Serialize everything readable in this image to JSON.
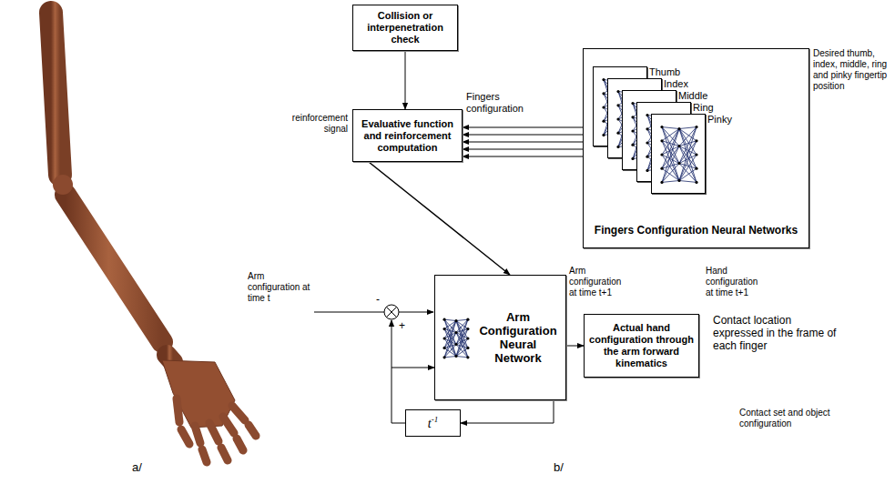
{
  "diagram": {
    "nodes": [
      {
        "text": [
          "Collision or interpenetration check"
        ]
      },
      {
        "text": [
          "Evaluative function and reinforcement computation"
        ]
      },
      {
        "text": [
          "Fingers Configuration Neural Networks"
        ]
      },
      {
        "text": [
          "Thumb"
        ],
        "in": 2
      },
      {
        "text": [
          "Index"
        ],
        "in": 2
      },
      {
        "text": [
          "Middle"
        ],
        "in": 2
      },
      {
        "text": [
          "Ring"
        ],
        "in": 2
      },
      {
        "text": [
          "Pinky"
        ],
        "in": 2
      },
      {
        "text": [
          "Arm Configuration Neural Network"
        ]
      },
      {
        "text": [
          "Actual hand configuration through the arm forward kinematics"
        ]
      },
      {
        "text": [
          "t",
          "-1"
        ]
      }
    ],
    "edges": [
      {
        "from": 0,
        "to": 1,
        "arrow": "to"
      },
      {
        "from": 3,
        "to": 1,
        "arrow": "to"
      },
      {
        "from": 4,
        "to": 1,
        "arrow": "to"
      },
      {
        "from": 5,
        "to": 1,
        "arrow": "to"
      },
      {
        "from": 6,
        "to": 1,
        "arrow": "to"
      },
      {
        "from": 7,
        "to": 1,
        "arrow": "to"
      },
      {
        "from": 1,
        "to": 8,
        "arrow": "to"
      },
      {
        "from": 8,
        "to": 9,
        "arrow": "to"
      },
      {
        "from": 8,
        "to": 10,
        "arrow": "to"
      },
      {
        "from": 10,
        "to": 8,
        "arrow": "to"
      }
    ],
    "labels": [
      "Fingers configuration",
      "Desired thumb, index, middle, ring and pinky fingertip position",
      "reinforcement signal",
      "Arm configuration at time t",
      "-",
      "+",
      "Arm configuration at time t+1",
      "Hand configuration at time t+1",
      "Contact location expressed in the frame of each finger",
      "Contact set and object configuration",
      "a/",
      "b/"
    ]
  }
}
